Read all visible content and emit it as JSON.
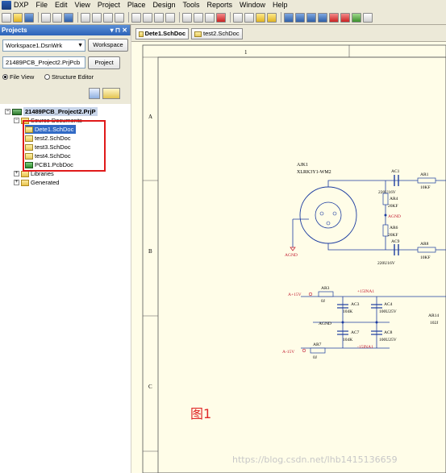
{
  "menu": [
    "DXP",
    "File",
    "Edit",
    "View",
    "Project",
    "Place",
    "Design",
    "Tools",
    "Reports",
    "Window",
    "Help"
  ],
  "projects_panel": {
    "title": "Projects",
    "workspace_combo": "Workspace1.DsnWrk",
    "workspace_button": "Workspace",
    "project_combo": "21489PCB_Project2.PrjPcb",
    "project_button": "Project",
    "view_file": "File View",
    "view_structure": "Structure Editor"
  },
  "tree": {
    "project": "21489PCB_Project2.PrjP",
    "source_docs": "Source Documents",
    "docs": [
      "Dete1.SchDoc",
      "test2.SchDoc",
      "test3.SchDoc",
      "test4.SchDoc",
      "PCB1.PcbDoc"
    ],
    "libraries": "Libraries",
    "generated": "Generated"
  },
  "tabs": [
    "Dete1.SchDoc",
    "test2.SchDoc"
  ],
  "schematic": {
    "col_label": "1",
    "row_labels": [
      "A",
      "B",
      "C"
    ],
    "connector_ref": "AJK1",
    "connector_val": "XLRK3Y1-WM2",
    "agnd": "AGND",
    "parts": {
      "ac1": "AC1",
      "ac1v": "220U16V",
      "ar1": "AR1",
      "ar1v": "10KF",
      "ar4": "AR4",
      "ar4v": "20KF",
      "ar6": "AR6",
      "ar6v": "20KF",
      "ac9": "AC9",
      "ac9v": "220U16V",
      "ar8": "AR8",
      "ar8v": "10KF",
      "pos15": "A+15V",
      "ar3": "AR3",
      "ar3v": "0J",
      "net1": "+15INA1",
      "ac3": "AC3",
      "ac3v": "104K",
      "ac4": "AC4",
      "ac4v": "100U25V",
      "ac7": "AC7",
      "ac7v": "104K",
      "ac8": "AC8",
      "ac8v": "100U25V",
      "net2": "-15INA1",
      "neg15": "A-15V",
      "ar7": "AR7",
      "ar7v": "0J",
      "ar14": "AR14",
      "ar14v": "102J"
    },
    "figure_label": "图1"
  },
  "watermark": "https://blog.csdn.net/lhb1415136659"
}
